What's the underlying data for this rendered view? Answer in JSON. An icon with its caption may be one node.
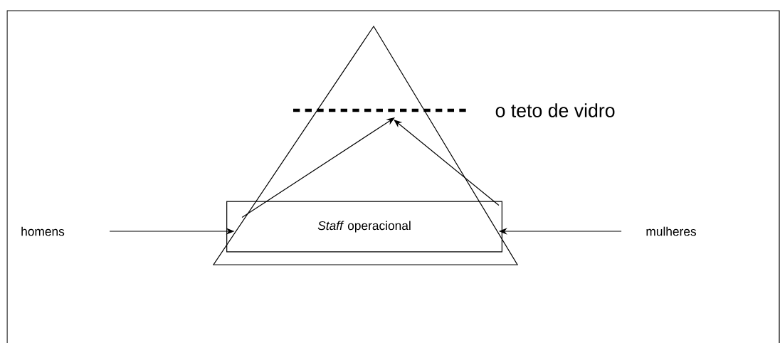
{
  "diagram": {
    "nodes": [
      {
        "text": [],
        "shape": "triangle"
      },
      {
        "text": [
          "*Staff* operacional"
        ],
        "in": 0
      },
      {
        "text": [
          "homens"
        ]
      },
      {
        "text": [
          "mulheres"
        ]
      }
    ],
    "edges": [
      {
        "from": 2,
        "to": 0,
        "arrow": "to"
      },
      {
        "from": 3,
        "to": 0,
        "arrow": "to"
      },
      {
        "from": 1,
        "to": null,
        "arrow": "to"
      },
      {
        "from": 1,
        "to": null,
        "arrow": "to"
      }
    ],
    "labels": [
      "o teto de vidro"
    ]
  }
}
